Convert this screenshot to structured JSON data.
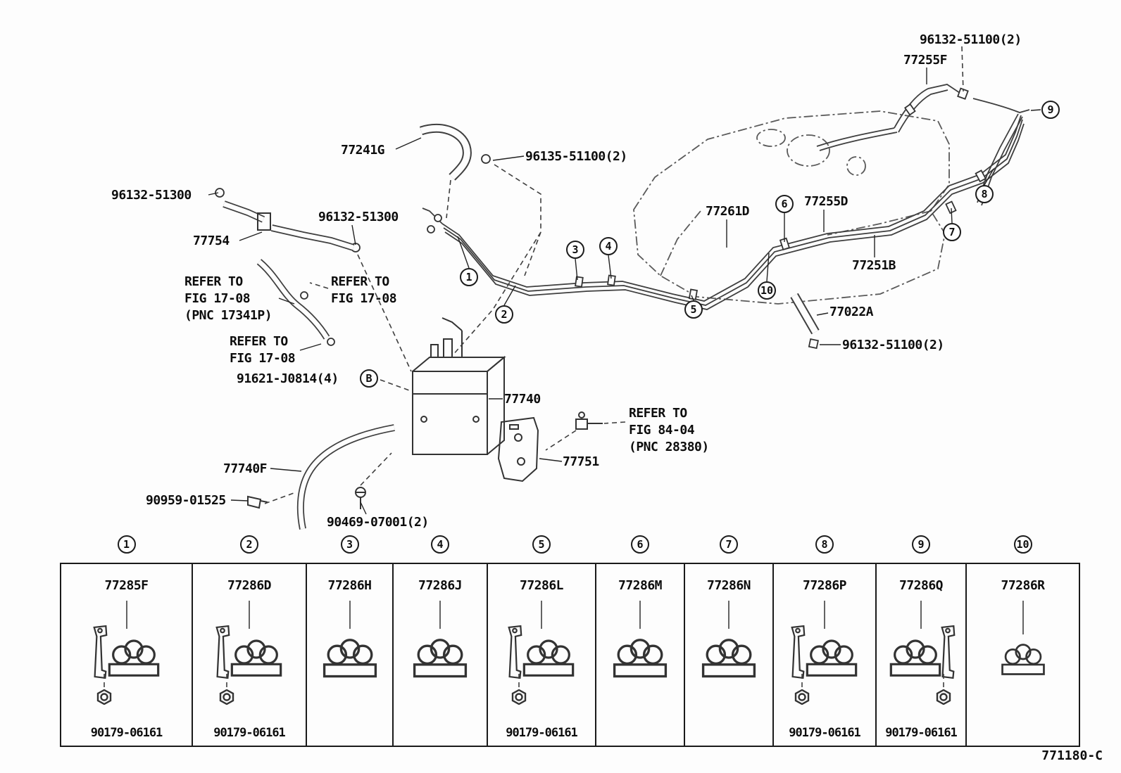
{
  "diagram": {
    "figure_code": "771180-C",
    "labels": {
      "clamp_96132_51100_top": "96132-51100(2)",
      "p77255F": "77255F",
      "p77241G": "77241G",
      "clamp_96135_51100": "96135-51100(2)",
      "clamp_96132_51300_a": "96132-51300",
      "clamp_96132_51300_b": "96132-51300",
      "p77754": "77754",
      "p91621": "91621-J0814(4)",
      "view_b": "B",
      "p77740": "77740",
      "p77261D": "77261D",
      "p77255D": "77255D",
      "p77251B": "77251B",
      "p77022A": "77022A",
      "clamp_96132_51100_bottom": "96132-51100(2)",
      "p77751": "77751",
      "p77740F": "77740F",
      "p90959": "90959-01525",
      "p90469": "90469-07001(2)"
    },
    "refer_notes": {
      "fig_17_08_pnc": {
        "l1": "REFER TO",
        "l2": "FIG 17-08",
        "l3": "(PNC 17341P)"
      },
      "fig_17_08_a": {
        "l1": "REFER TO",
        "l2": "FIG 17-08"
      },
      "fig_17_08_b": {
        "l1": "REFER TO",
        "l2": "FIG 17-08"
      },
      "fig_84_04": {
        "l1": "REFER TO",
        "l2": "FIG 84-04",
        "l3": "(PNC 28380)"
      }
    },
    "callouts": [
      "1",
      "2",
      "3",
      "4",
      "5",
      "6",
      "7",
      "8",
      "9",
      "10"
    ]
  },
  "table": {
    "cells": [
      {
        "num": "1",
        "part": "77285F",
        "sub": "90179-06161"
      },
      {
        "num": "2",
        "part": "77286D",
        "sub": "90179-06161"
      },
      {
        "num": "3",
        "part": "77286H",
        "sub": ""
      },
      {
        "num": "4",
        "part": "77286J",
        "sub": ""
      },
      {
        "num": "5",
        "part": "77286L",
        "sub": "90179-06161"
      },
      {
        "num": "6",
        "part": "77286M",
        "sub": ""
      },
      {
        "num": "7",
        "part": "77286N",
        "sub": ""
      },
      {
        "num": "8",
        "part": "77286P",
        "sub": "90179-06161"
      },
      {
        "num": "9",
        "part": "77286Q",
        "sub": "90179-06161"
      },
      {
        "num": "10",
        "part": "77286R",
        "sub": ""
      }
    ]
  }
}
